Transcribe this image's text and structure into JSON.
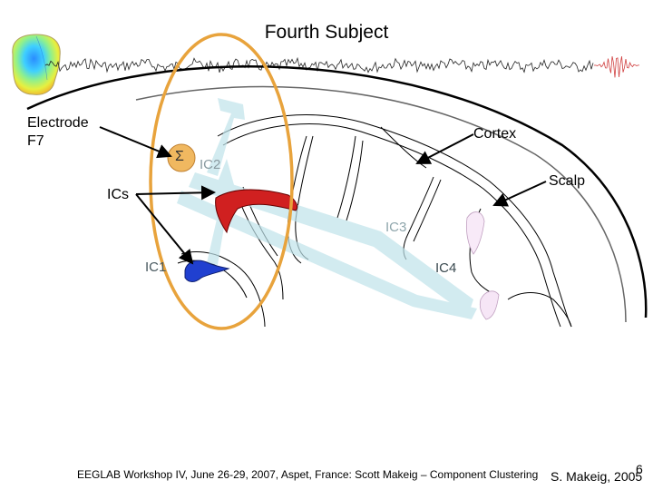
{
  "title": "Fourth Subject",
  "labels": {
    "electrode_line1": "Electrode",
    "electrode_line2": "F7",
    "cortex": "Cortex",
    "scalp": "Scalp",
    "ics": "ICs",
    "sigma": "Σ",
    "ic1": "IC1",
    "ic2": "IC2",
    "ic3": "IC3",
    "ic4": "IC4"
  },
  "footer": {
    "workshop": "EEGLAB Workshop IV, June 26-29, 2007, Aspet, France: Scott Makeig – Component Clustering",
    "author": "S. Makeig, 2005",
    "page": "6"
  },
  "colors": {
    "highlight_ellipse": "#e8a33c",
    "projection_arrows": "#c8e6ec",
    "ic1_source": "#2040d0",
    "ic2_source": "#d02020",
    "ic4_source": "#f8e8f8"
  },
  "icons": [
    "scalp-map-icon",
    "sum-icon"
  ]
}
